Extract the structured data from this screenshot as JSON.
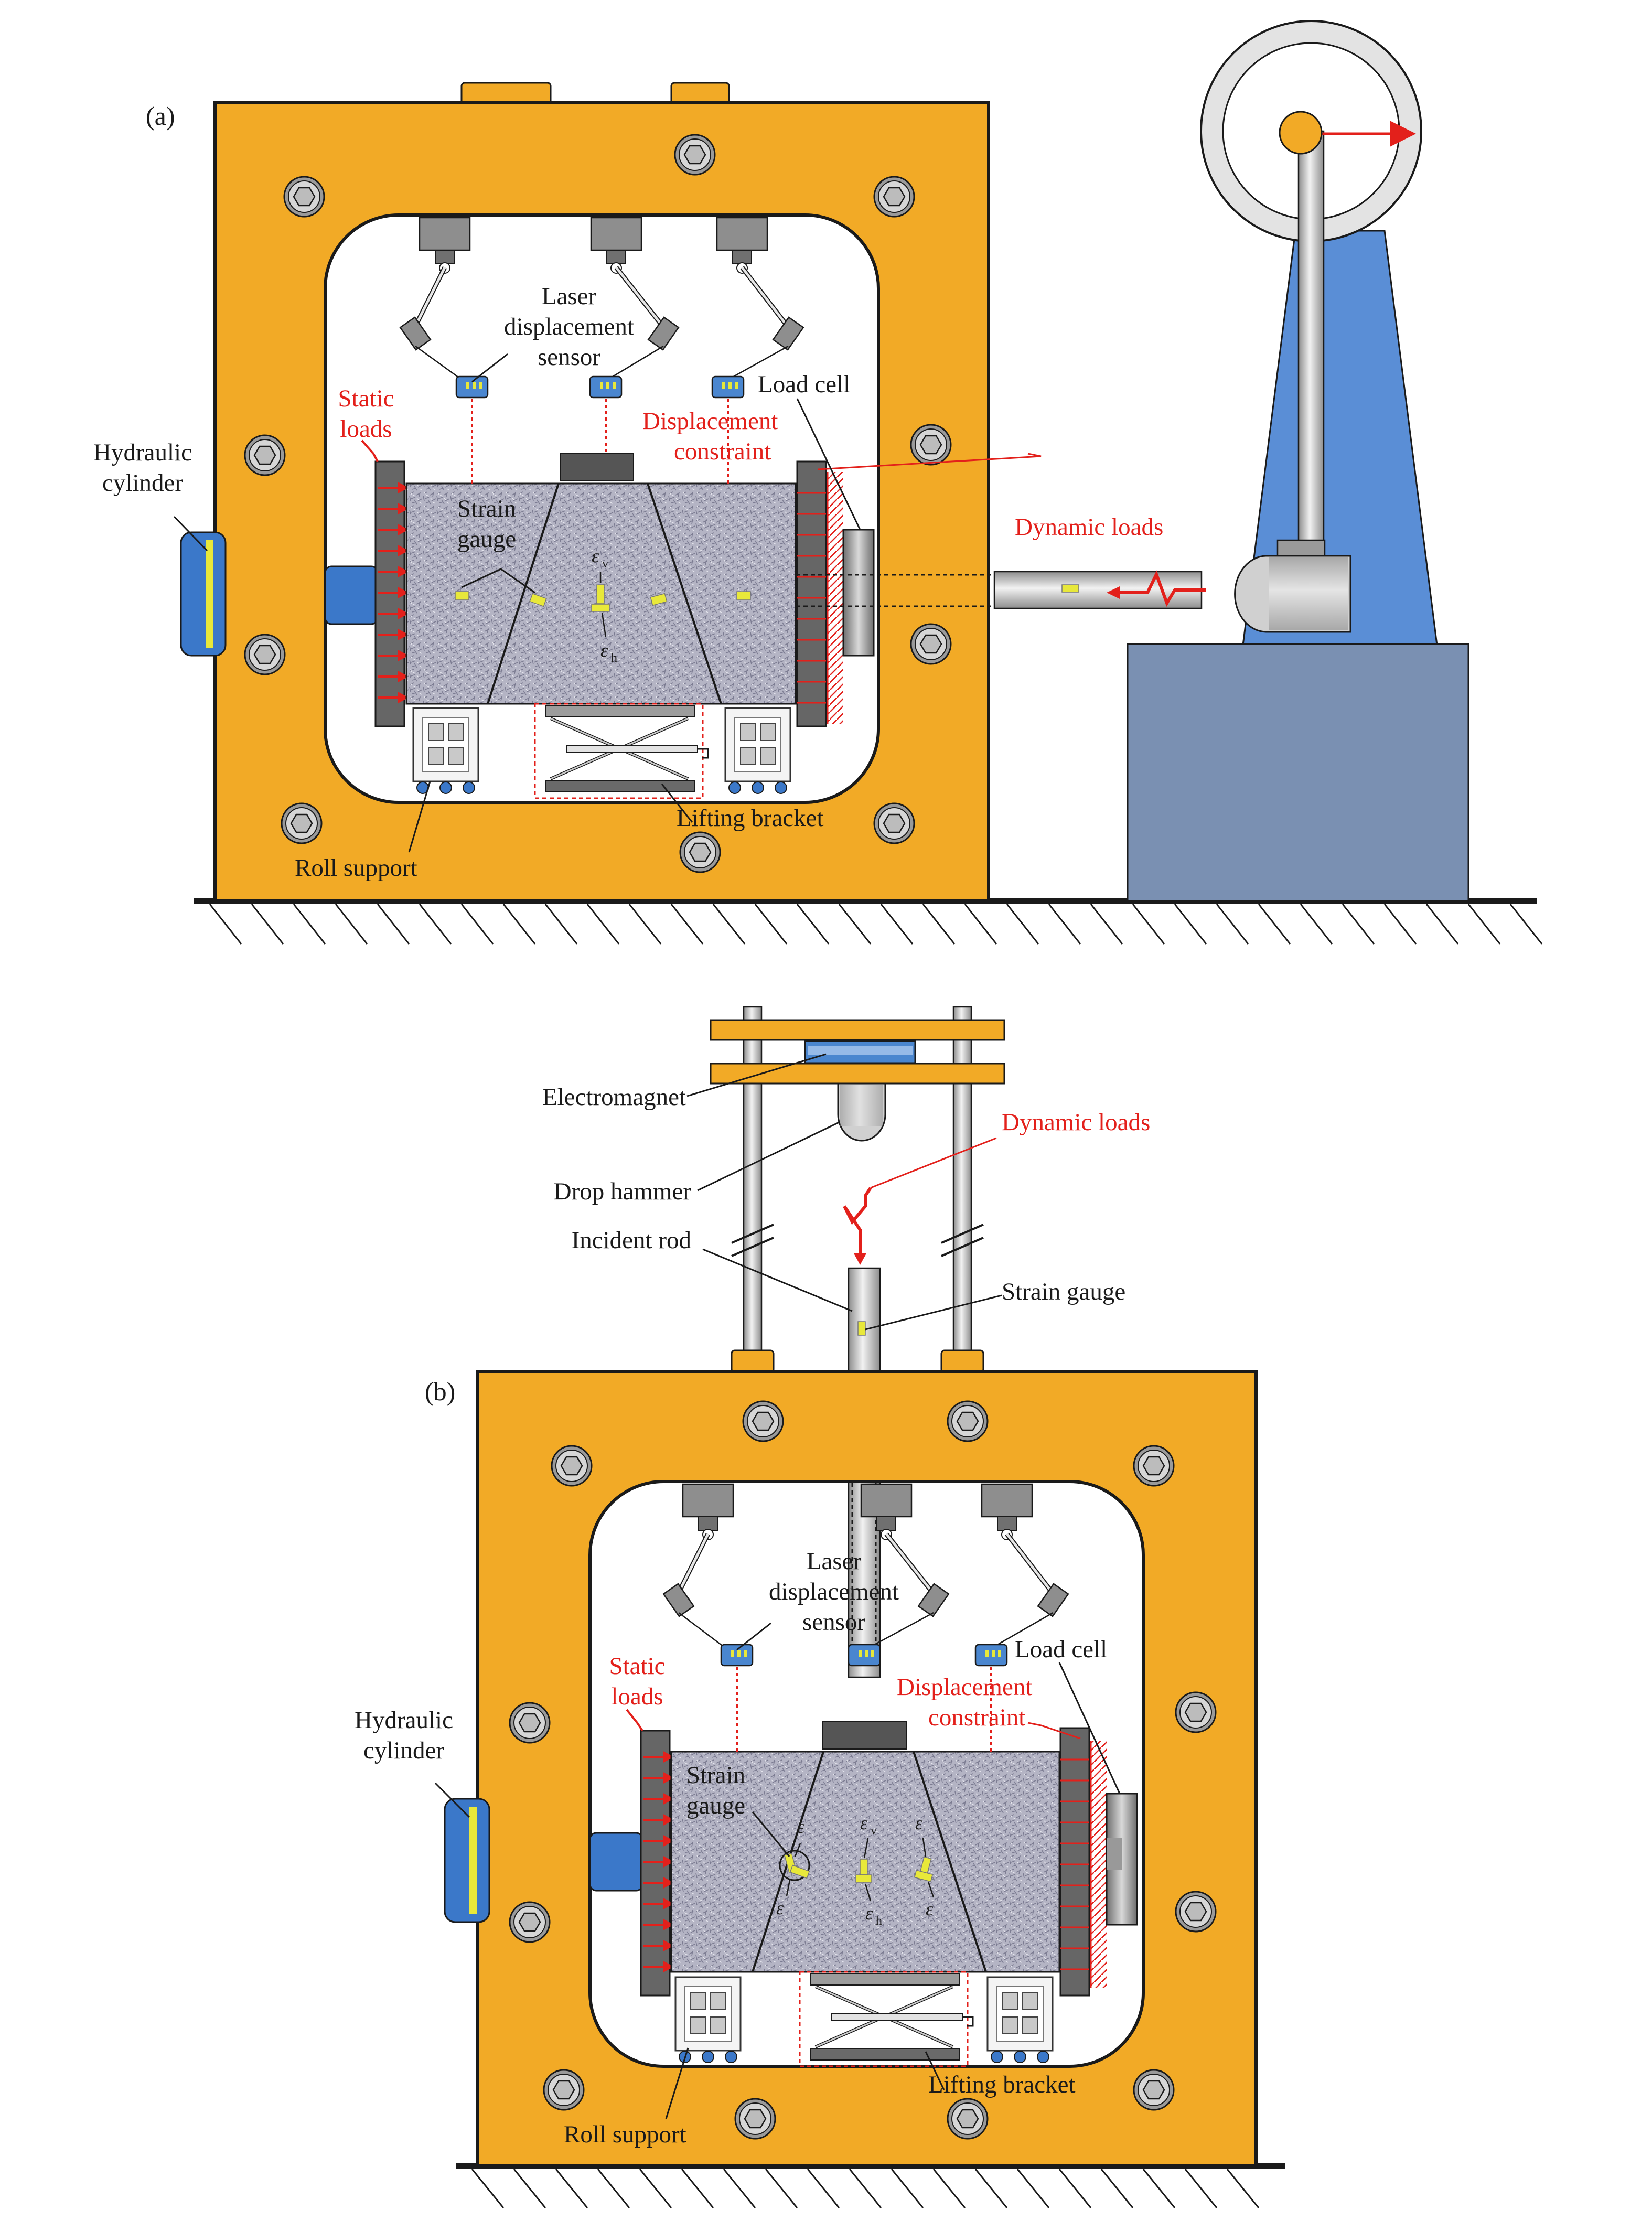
{
  "panel_a": {
    "tag": "(a)",
    "labels": {
      "laser_line1": "Laser",
      "laser_line2": "displacement",
      "laser_line3": "sensor",
      "static_line1": "Static",
      "static_line2": "loads",
      "hydraulic_line1": "Hydraulic",
      "hydraulic_line2": "cylinder",
      "strain_line1": "Strain",
      "strain_line2": "gauge",
      "load_cell": "Load cell",
      "disp_line1": "Displacement",
      "disp_line2": "constraint",
      "dynamic": "Dynamic loads",
      "lifting": "Lifting bracket",
      "roll": "Roll support",
      "eps_v": "ε",
      "eps_v_sub": "v",
      "eps_h": "ε",
      "eps_h_sub": "h"
    }
  },
  "panel_b": {
    "tag": "(b)",
    "labels": {
      "electromagnet": "Electromagnet",
      "drop_hammer": "Drop hammer",
      "incident_rod": "Incident rod",
      "strain_top": "Strain gauge",
      "dynamic": "Dynamic loads",
      "laser_line1": "Laser",
      "laser_line2": "displacement",
      "laser_line3": "sensor",
      "static_line1": "Static",
      "static_line2": "loads",
      "hydraulic_line1": "Hydraulic",
      "hydraulic_line2": "cylinder",
      "strain_line1": "Strain",
      "strain_line2": "gauge",
      "load_cell": "Load cell",
      "disp_line1": "Displacement",
      "disp_line2": "constraint",
      "lifting": "Lifting bracket",
      "roll": "Roll support",
      "eps": "ε",
      "sub_v": "v",
      "sub_h": "h"
    }
  },
  "colors": {
    "frame": "#f2aa26",
    "frame_stroke": "#1a1a1a",
    "hydraulic": "#3b78c9",
    "sensor_blue": "#4a86cf",
    "machine_blue": "#5a8ed6",
    "machine_base": "#7a90b2",
    "rock_fill": "#b9b9c8",
    "red": "#e3201b",
    "gauge_yellow": "#e8e83a",
    "steel": "#c9c9c9",
    "dark_plate": "#555555"
  }
}
